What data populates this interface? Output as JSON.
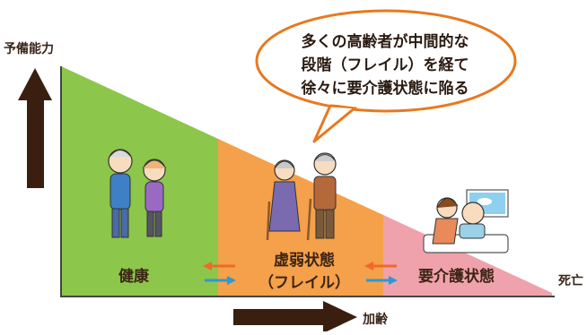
{
  "axis": {
    "y_label": "予備能力",
    "x_label": "加齢",
    "end_label": "死亡"
  },
  "stages": {
    "healthy": "健康",
    "frail_1": "虚弱状態",
    "frail_2": "（フレイル）",
    "care": "要介護状態"
  },
  "bubble": {
    "line1": "多くの高齢者が中間的な",
    "line2": "段階（フレイル）を経て",
    "line3": "徐々に要介護状態に陥る"
  },
  "colors": {
    "healthy": "#8cc64a",
    "frail": "#f5a04a",
    "care": "#f0a2ac",
    "arrow_dark": "#3a1f10",
    "bubble_border": "#e8791e",
    "arrow_orange": "#ee6a2a",
    "arrow_blue": "#2a9ad6"
  }
}
